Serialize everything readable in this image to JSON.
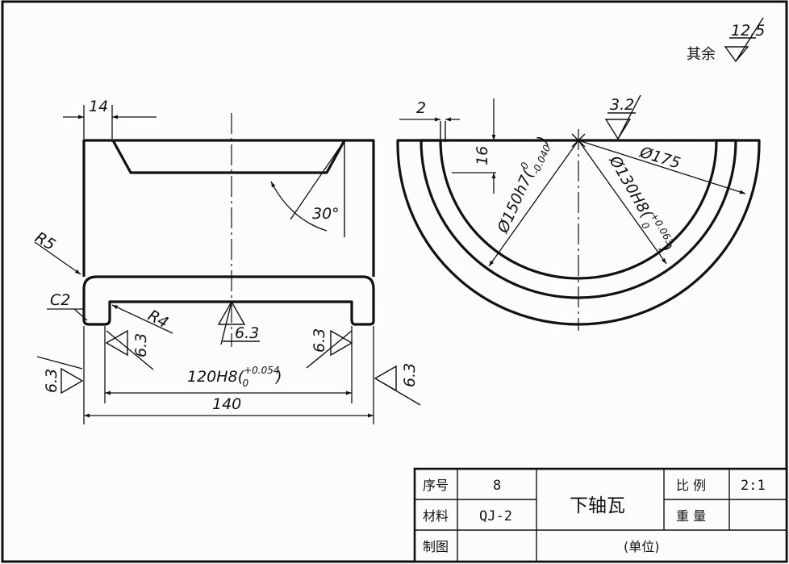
{
  "roughness": {
    "general_label": "其余",
    "general_value": "12.5",
    "bore_value": "3.2",
    "face_value": "6.3"
  },
  "front_view": {
    "groove_width": "14",
    "angle": "30°",
    "fillet_outer": "R5",
    "chamfer": "C2",
    "fillet_inner": "R4",
    "inner_width_base": "120H8(",
    "inner_width_upper": "+0.054",
    "inner_width_lower": "0",
    "inner_width_close": ")",
    "total_width": "140"
  },
  "side_view": {
    "wall_offset": "2",
    "depth": "16",
    "outer_fit_base": "Ø150h7(",
    "outer_fit_upper": "0",
    "outer_fit_lower": "-0.040",
    "outer_fit_close": ")",
    "bore_fit_base": "Ø130H8(",
    "bore_fit_upper": "+0.063",
    "bore_fit_lower": "0",
    "bore_fit_close": ")",
    "outer_diameter": "Ø175"
  },
  "title_block": {
    "serial_label": "序号",
    "serial_value": "8",
    "part_name": "下轴瓦",
    "scale_label": "比 例",
    "scale_value": "2:1",
    "material_label": "材料",
    "material_value": "QJ-2",
    "weight_label": "重 量",
    "drawn_label": "制图",
    "unit_label": "(单位)"
  }
}
